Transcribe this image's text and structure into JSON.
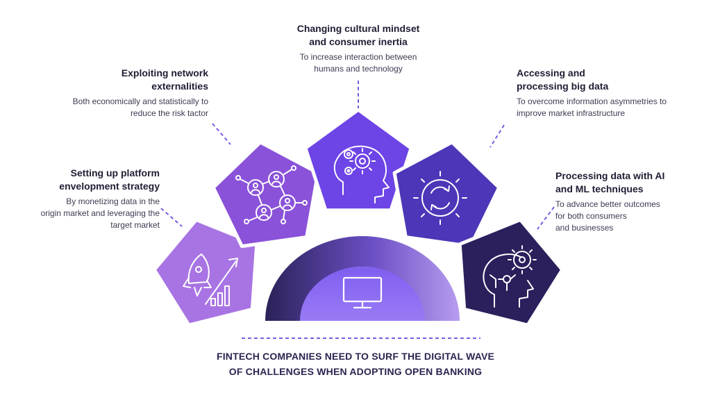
{
  "items": [
    {
      "title": "Setting up platform\nenvelopment strategy",
      "desc": "By monetizing data in the\norigin market and leveraging the\ntarget market",
      "icon": "rocket-growth-icon",
      "color": "#a874e3"
    },
    {
      "title": "Exploiting network\nexternalities",
      "desc": "Both economically and statistically to\nreduce the risk tactor",
      "icon": "network-people-icon",
      "color": "#8a52d9"
    },
    {
      "title": "Changing cultural mindset\nand consumer inertia",
      "desc": "To increase interaction between\nhumans and technology",
      "icon": "head-gears-icon",
      "color": "#6d44e6"
    },
    {
      "title": "Accessing and\nprocessing big data",
      "desc": "To overcome information asymmetries to\nimprove market infrastructure",
      "icon": "gear-cycle-icon",
      "color": "#4d36b8"
    },
    {
      "title": "Processing data with AI\nand ML techniques",
      "desc": "To advance better outcomes\nfor both consumers\nand businesses",
      "icon": "ai-head-icon",
      "color": "#2b1f5c"
    }
  ],
  "footer": "FINTECH COMPANIES NEED TO SURF THE DIGITAL WAVE\nOF CHALLENGES WHEN ADOPTING OPEN BANKING",
  "colors": {
    "arc_dark": "#2b2258",
    "arc_light": "#b79cf0",
    "center_base": "#8a6df0",
    "monitor": "#ffffff",
    "dash": "#7b5ae0"
  }
}
